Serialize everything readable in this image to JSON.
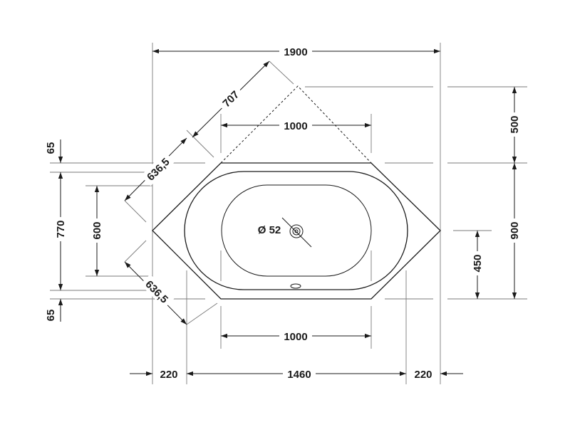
{
  "dimensions": {
    "overall_width": "1900",
    "diagonal": "707",
    "inner_top_width": "1000",
    "side_636_top": "636,5",
    "side_636_bottom": "636,5",
    "inner_bottom_width": "1000",
    "left_offset": "220",
    "mid_width": "1460",
    "right_offset": "220",
    "left_65_top": "65",
    "left_65_bottom": "65",
    "left_770": "770",
    "left_600": "600",
    "right_500": "500",
    "right_900": "900",
    "right_450": "450",
    "drain_diameter": "Ø 52"
  }
}
